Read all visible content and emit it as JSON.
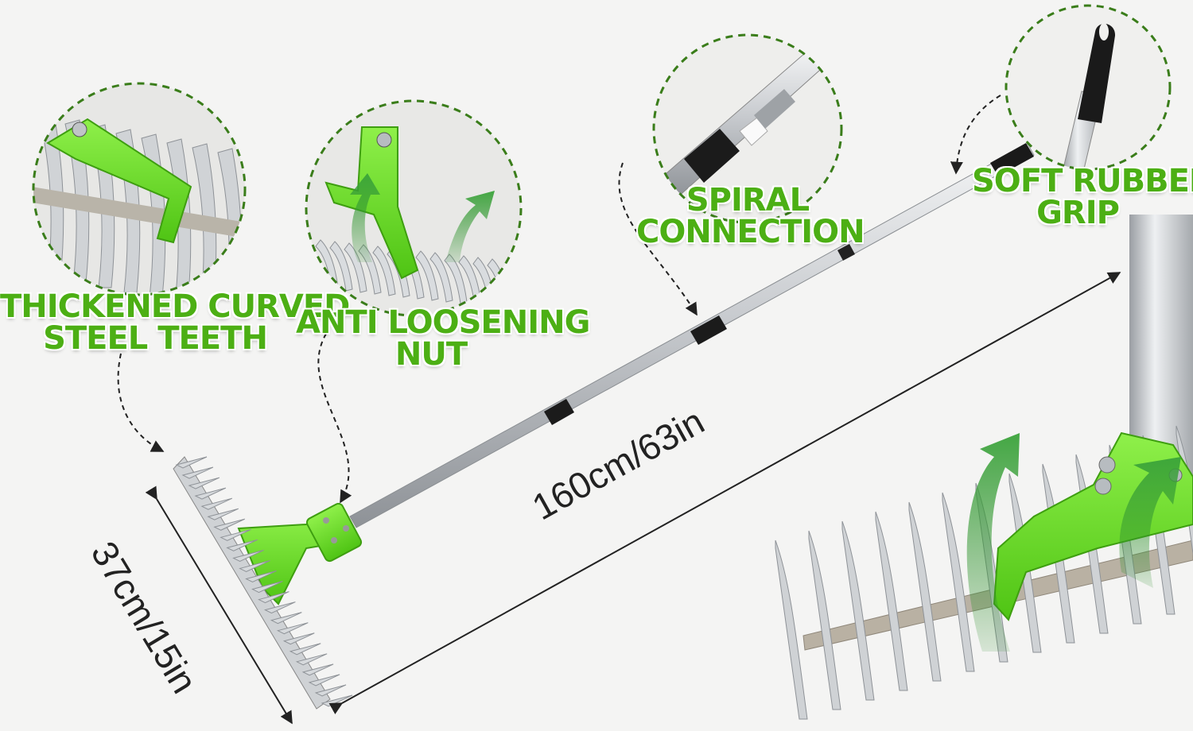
{
  "colors": {
    "accent_green": "#6ee12a",
    "label_green": "#4caf14",
    "steel": "#c9ccd0",
    "rubber": "#1c1c1c",
    "dashed_circle": "#3a7d1a"
  },
  "callouts": {
    "teeth": {
      "line1": "THICKENED CURVED",
      "line2": "STEEL TEETH",
      "icon": "rake-teeth-closeup"
    },
    "nut": {
      "line1": "ANTI LOOSENING",
      "line2": "NUT",
      "icon": "nut-closeup"
    },
    "spiral": {
      "line1": "SPIRAL",
      "line2": "CONNECTION",
      "icon": "spiral-joint-closeup"
    },
    "grip": {
      "line1": "SOFT RUBBER",
      "line2": "GRIP",
      "icon": "rubber-grip-closeup"
    }
  },
  "dimensions": {
    "length": "160cm/63in",
    "width": "37cm/15in"
  }
}
